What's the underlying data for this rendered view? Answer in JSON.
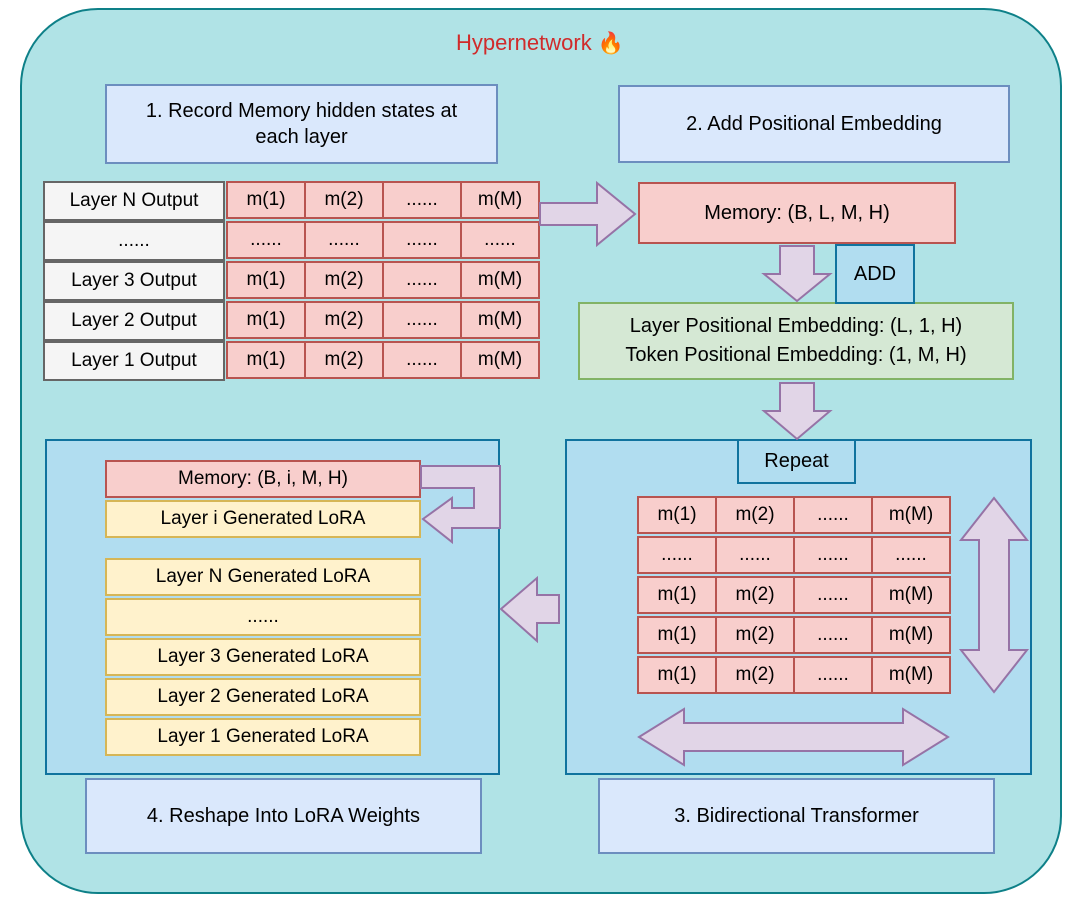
{
  "title": {
    "text": "Hypernetwork",
    "fire_icon": "🔥",
    "color": "#d02b2b"
  },
  "steps": {
    "step1": "1. Record Memory hidden states at each layer",
    "step2": "2. Add Positional Embedding",
    "step3": "3. Bidirectional Transformer",
    "step4": "4. Reshape Into LoRA Weights"
  },
  "memory_table": {
    "rows": [
      {
        "label": "Layer N Output",
        "cells": [
          "m(1)",
          "m(2)",
          "......",
          "m(M)"
        ]
      },
      {
        "label": "......",
        "cells": [
          "......",
          "......",
          "......",
          "......"
        ]
      },
      {
        "label": "Layer 3 Output",
        "cells": [
          "m(1)",
          "m(2)",
          "......",
          "m(M)"
        ]
      },
      {
        "label": "Layer 2 Output",
        "cells": [
          "m(1)",
          "m(2)",
          "......",
          "m(M)"
        ]
      },
      {
        "label": "Layer 1 Output",
        "cells": [
          "m(1)",
          "m(2)",
          "......",
          "m(M)"
        ]
      }
    ]
  },
  "memory_box": "Memory: (B, L, M, H)",
  "add_box": "ADD",
  "embedding_box": {
    "line1": "Layer Positional Embedding: (L, 1, H)",
    "line2": "Token Positional Embedding: (1, M, H)"
  },
  "repeat_box": "Repeat",
  "transformer_table": {
    "rows": [
      [
        "m(1)",
        "m(2)",
        "......",
        "m(M)"
      ],
      [
        "......",
        "......",
        "......",
        "......"
      ],
      [
        "m(1)",
        "m(2)",
        "......",
        "m(M)"
      ],
      [
        "m(1)",
        "m(2)",
        "......",
        "m(M)"
      ],
      [
        "m(1)",
        "m(2)",
        "......",
        "m(M)"
      ]
    ]
  },
  "lora_panel": {
    "memory": "Memory: (B, i, M, H)",
    "layer_i": "Layer i Generated LoRA",
    "stack": [
      "Layer N Generated LoRA",
      "......",
      "Layer 3 Generated LoRA",
      "Layer 2 Generated LoRA",
      "Layer 1 Generated LoRA"
    ]
  },
  "palette": {
    "frame_fill": "#b0e3e6",
    "frame_stroke": "#0e8088",
    "blue_fill": "#dae8fc",
    "blue_stroke": "#6c8ebf",
    "pink_fill": "#f8cecc",
    "pink_stroke": "#b85450",
    "green_fill": "#d5e8d4",
    "green_stroke": "#82b366",
    "yellow_fill": "#fff2cc",
    "yellow_stroke": "#d6b656",
    "panel_fill": "#b1ddf0",
    "panel_stroke": "#10739e",
    "gray_fill": "#f5f5f5",
    "gray_stroke": "#666666",
    "arrow_fill": "#e1d5e7",
    "arrow_stroke": "#9673a6"
  }
}
